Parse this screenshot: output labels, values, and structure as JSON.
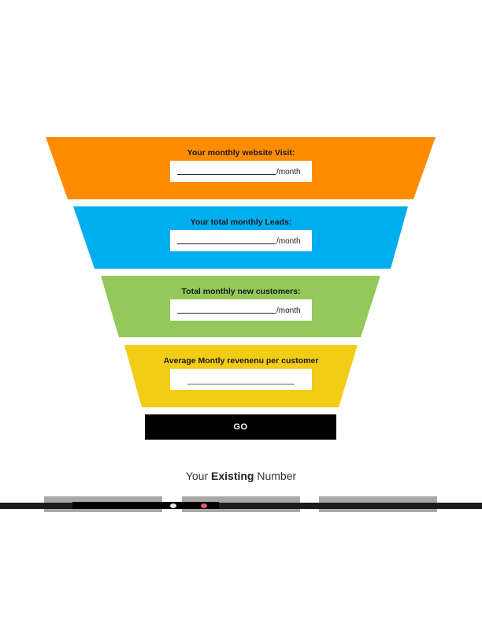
{
  "funnel": {
    "stages": [
      {
        "label": "Your monthly website Visit:",
        "suffix": "/month",
        "color": "#FF8C00"
      },
      {
        "label": "Your total monthly Leads:",
        "suffix": "/month",
        "color": "#00AEEF"
      },
      {
        "label": "Total monthly new customers:",
        "suffix": "/month",
        "color": "#92C95A"
      },
      {
        "label": "Average Montly revenenu per customer",
        "suffix": "",
        "color": "#F2CC16"
      }
    ]
  },
  "actions": {
    "go_label": "GO"
  },
  "results": {
    "title_prefix": "Your ",
    "title_bold": "Existing",
    "title_suffix": " Number"
  }
}
